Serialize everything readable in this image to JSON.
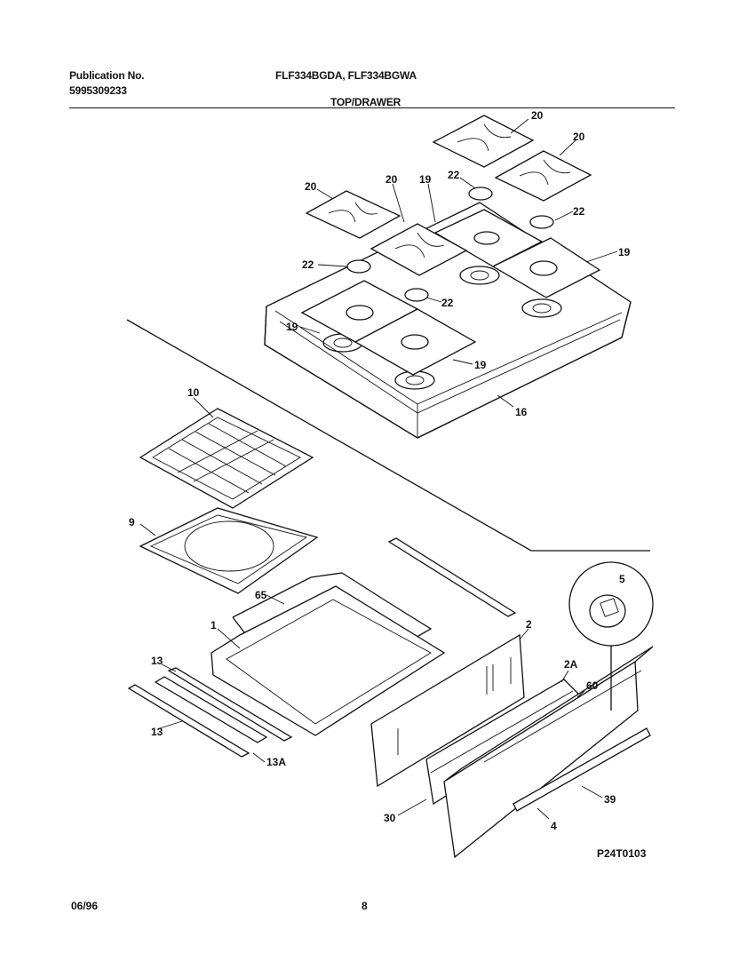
{
  "header": {
    "publication_label": "Publication No.",
    "publication_number": "5995309233",
    "models": "FLF334BGDA, FLF334BGWA",
    "section_title": "TOP/DRAWER"
  },
  "callouts": {
    "grate_a": "20",
    "grate_b": "20",
    "grate_c": "20",
    "grate_d": "20",
    "cap_a": "22",
    "cap_b": "22",
    "cap_c": "22",
    "cap_d": "22",
    "tray_a": "19",
    "tray_b": "19",
    "tray_c": "19",
    "tray_d": "19",
    "cooktop": "16",
    "broiler_grid": "10",
    "broiler_pan": "9",
    "drawer_liner": "65",
    "drawer": "1",
    "drawer_back": "2",
    "slide_upper": "13",
    "slide_lower": "13",
    "slide_rail": "13A",
    "knob": "5",
    "panel": "2A",
    "clip": "60",
    "front_panel": "4",
    "handle": "39",
    "bracket": "30"
  },
  "diagram_id": "P24T0103",
  "footer": {
    "date": "06/96",
    "page": "8"
  }
}
